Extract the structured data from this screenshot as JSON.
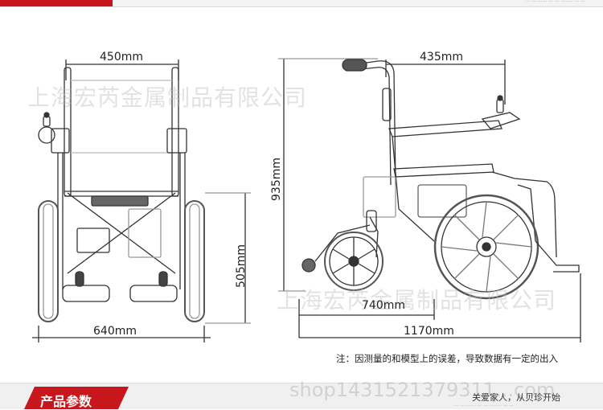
{
  "header": {
    "tiny_text": "··· ··· ······ ··· ··· ········ ··· ···"
  },
  "dimensions": {
    "front_width": "450mm",
    "front_height": "505mm",
    "front_total_width": "640mm",
    "side_width": "435mm",
    "side_height": "935mm",
    "side_wheelbase": "740mm",
    "side_total_length": "1170mm"
  },
  "watermarks": {
    "top_left": "上海宏芮金属制品有限公司",
    "bottom_right": "上海宏芮金属制品有限公司",
    "shop": "shop1431521379311...com"
  },
  "note": "注：因测量的和模型上的误差，导致数据有一定的出入",
  "footer": {
    "tab_label": "产品参数",
    "slogan": "关爱家人，从贝珍开始",
    "slogan_sub": "··· ··· ······ ··· ··· ········ ··· ···"
  },
  "colors": {
    "accent": "#c8161d",
    "line": "#333333",
    "tire": "#555555"
  }
}
